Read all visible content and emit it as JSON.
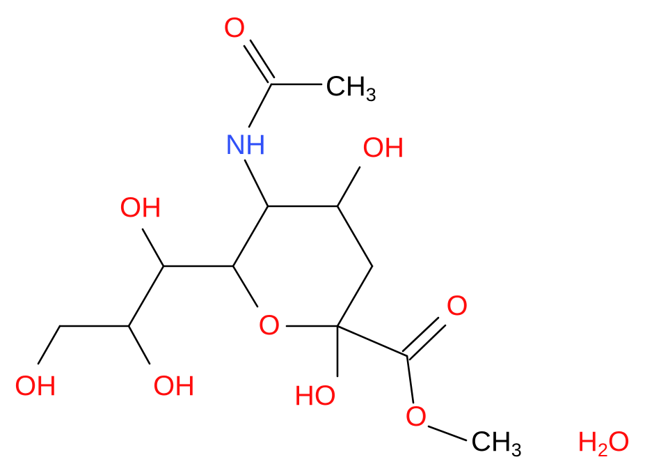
{
  "colors": {
    "bond": "#000000",
    "oxygen": "#ff0d0d",
    "nitrogen": "#3050f8",
    "carbon": "#000000",
    "background": "#ffffff"
  },
  "atoms": {
    "o_acetyl": "O",
    "ch3_acetyl": {
      "main": "CH",
      "sub": "3"
    },
    "nh": "NH",
    "oh_c4": "OH",
    "oh_side_top": "OH",
    "o_ring": "O",
    "o_carbonyl": "O",
    "oh_c2": "HO",
    "oh_side_mid": "OH",
    "oh_side_end": "OH",
    "o_ester": "O",
    "ch3_ester": {
      "main": "CH",
      "sub": "3"
    },
    "water": {
      "h": "H",
      "sub": "2",
      "o": "O"
    }
  }
}
